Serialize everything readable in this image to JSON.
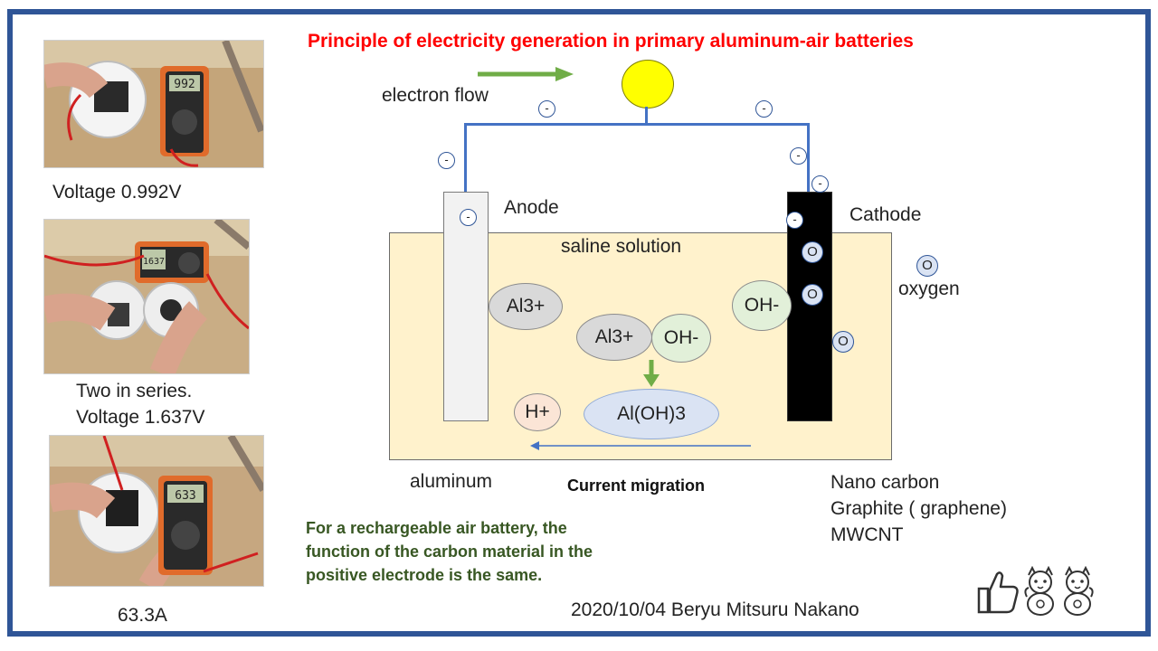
{
  "title": "Principle of electricity generation in primary aluminum-air batteries",
  "labels": {
    "electron_flow": "electron flow",
    "anode": "Anode",
    "cathode": "Cathode",
    "saline_solution": "saline solution",
    "oxygen": "oxygen",
    "aluminum": "aluminum",
    "current_migration": "Current migration",
    "cathode_material_1": "Nano carbon",
    "cathode_material_2": "Graphite ( graphene)",
    "cathode_material_3": "MWCNT"
  },
  "ions": {
    "al3_left": "Al3+",
    "al3_center": "Al3+",
    "oh_center": "OH-",
    "oh_right": "OH-",
    "h_plus": "H+",
    "al_oh_3": "Al(OH)3"
  },
  "symbols": {
    "electron": "-",
    "oxygen": "O"
  },
  "photos": {
    "photo1_caption": "Voltage 0.992V",
    "photo1_display": "992",
    "photo2_caption_1": "Two in series.",
    "photo2_caption_2": "Voltage 1.637V",
    "photo2_display": "1637",
    "photo3_caption": "63.3A",
    "photo3_display": "633"
  },
  "note": {
    "line1": "For a rechargeable air battery, the",
    "line2": "function of the carbon material in the",
    "line3": "positive electrode is the same."
  },
  "footer": "2020/10/04 Beryu Mitsuru Nakano",
  "colors": {
    "frame": "#2f5597",
    "title": "#ff0000",
    "wire": "#4472c4",
    "solution": "#fff2cc",
    "bulb": "#ffff00",
    "arrow_green": "#70ad47",
    "note_green": "#385723"
  }
}
